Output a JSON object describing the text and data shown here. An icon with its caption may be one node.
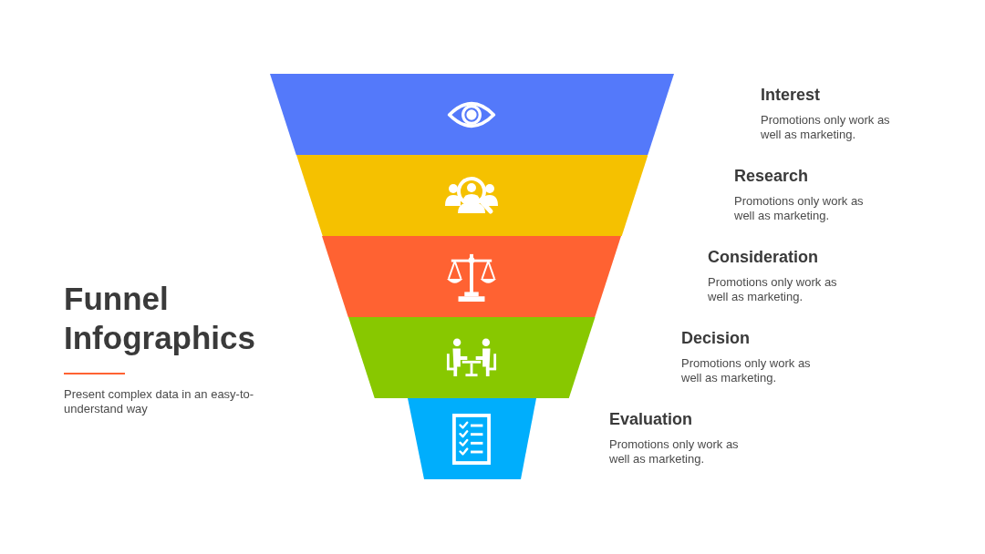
{
  "diagram": {
    "title": "Funnel Infographics",
    "nodes": [
      {
        "text": [],
        "shape": "trapezoid",
        "beside": [
          "Interest",
          "Promotions only work as well as marketing."
        ]
      },
      {
        "text": [],
        "shape": "trapezoid",
        "beside": [
          "Research",
          "Promotions only work as well as marketing."
        ]
      },
      {
        "text": [],
        "shape": "trapezoid",
        "beside": [
          "Consideration",
          "Promotions only work as well as marketing."
        ]
      },
      {
        "text": [],
        "shape": "trapezoid",
        "beside": [
          "Decision",
          "Promotions only work as well as marketing."
        ]
      },
      {
        "text": [],
        "shape": "trapezoid",
        "beside": [
          "Evaluation",
          "Promotions only work as well as marketing."
        ]
      }
    ],
    "labels": [
      "Present complex data in an easy-to-understand way"
    ]
  }
}
